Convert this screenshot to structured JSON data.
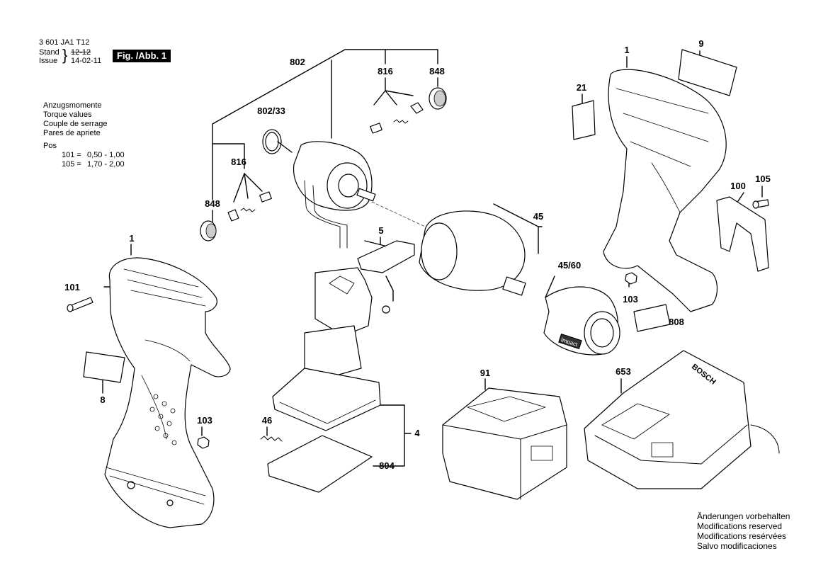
{
  "header": {
    "doc_number": "3 601 JA1 T12",
    "stand_label": "Stand",
    "issue_label": "Issue",
    "stand_date": "12-12",
    "issue_date": "14-02-11",
    "figure_label": "Fig. /Abb. 1"
  },
  "torque": {
    "title_lines": [
      "Anzugsmomente",
      "Torque values",
      "Couple de serrage",
      "Pares de apriete"
    ],
    "pos_label": "Pos",
    "rows": [
      {
        "pos": "101 =",
        "value": "0,50 - 1,00"
      },
      {
        "pos": "105 =",
        "value": "1,70 - 2,00"
      }
    ]
  },
  "callouts": {
    "c802": "802",
    "c816_top": "816",
    "c848_top": "848",
    "c802_33": "802/33",
    "c816_left": "816",
    "c848_left": "848",
    "c1_left": "1",
    "c101": "101",
    "c8": "8",
    "c103_left": "103",
    "c5": "5",
    "c46": "46",
    "c4": "4",
    "c804": "804",
    "c45": "45",
    "c45_60": "45/60",
    "c91": "91",
    "c653": "653",
    "c1_right": "1",
    "c9": "9",
    "c21": "21",
    "c100": "100",
    "c105": "105",
    "c103_right": "103",
    "c808": "808"
  },
  "footer": {
    "lines": [
      "Änderungen vorbehalten",
      "Modifications reserved",
      "Modifications resérvées",
      "Salvo modificaciones"
    ]
  },
  "artwork": {
    "charger_brand": "BOSCH",
    "impact_cover_text": "Impact"
  }
}
